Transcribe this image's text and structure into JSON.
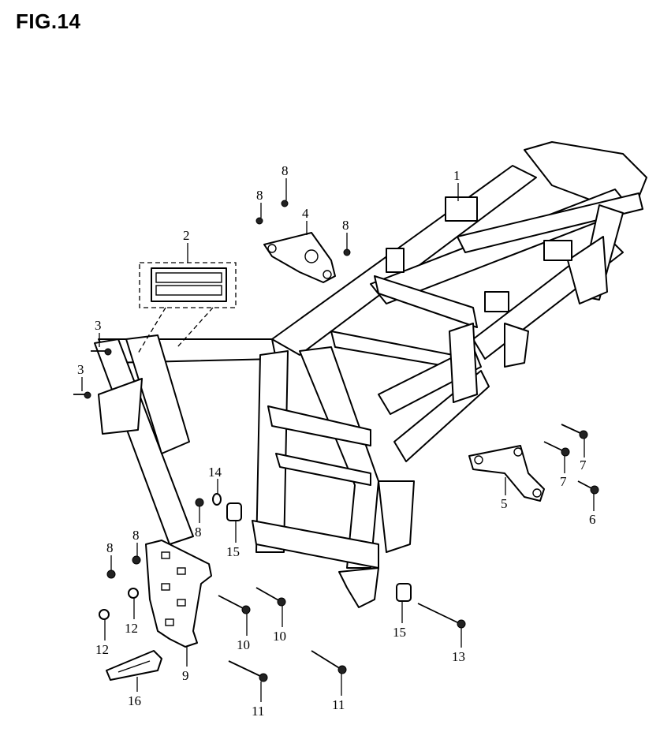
{
  "figure": {
    "title": "FIG.14"
  },
  "callouts": [
    "1",
    "2",
    "3",
    "3",
    "4",
    "5",
    "6",
    "7",
    "7",
    "8",
    "8",
    "8",
    "8",
    "8",
    "8",
    "9",
    "10",
    "10",
    "11",
    "11",
    "12",
    "12",
    "13",
    "14",
    "15",
    "15",
    "16"
  ]
}
